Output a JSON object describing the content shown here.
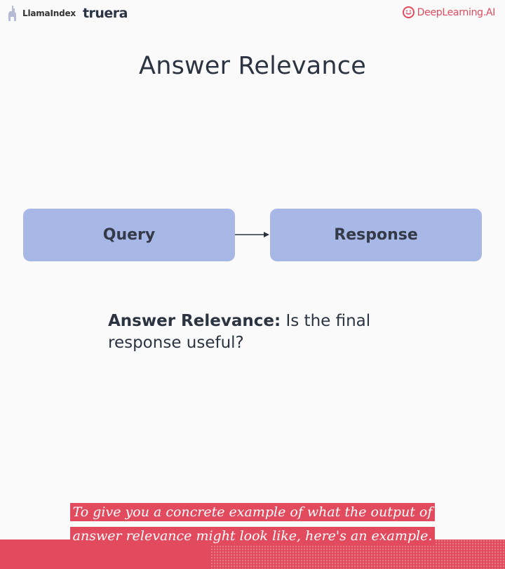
{
  "header": {
    "llamaindex_label": "LlamaIndex",
    "truera_label": "truera",
    "deeplearning_label": "DeepLearning.AI"
  },
  "slide": {
    "title": "Answer Relevance",
    "query_label": "Query",
    "response_label": "Response",
    "description_bold": "Answer Relevance:",
    "description_text": " Is the final response useful?"
  },
  "subtitle": {
    "text": "To give you a concrete example of what the output of answer relevance might look like, here's an example."
  },
  "colors": {
    "box_fill": "#a7b8e6",
    "accent_red": "#e24a5e",
    "text_dark": "#2b3440"
  },
  "icons": [
    "llama-icon",
    "deeplearning-icon",
    "arrow-icon"
  ]
}
